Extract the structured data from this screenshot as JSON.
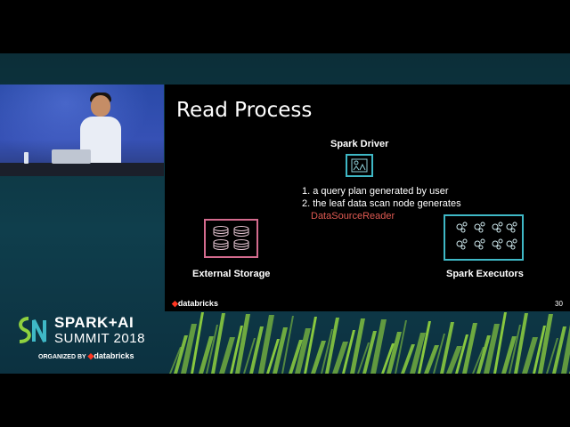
{
  "slide": {
    "title": "Read Process",
    "driver_label": "Spark Driver",
    "steps": [
      "1. a query plan generated by user",
      "2. the leaf data scan node generates"
    ],
    "highlight": "DataSourceReader",
    "external_label": "External Storage",
    "executors_label": "Spark Executors",
    "brand": "databricks",
    "page_number": "30"
  },
  "event": {
    "title_line1": "SPARK+AI",
    "title_line2": "SUMMIT 2018",
    "organized_by": "ORGANIZED BY",
    "organizer": "databricks"
  },
  "colors": {
    "teal": "#3fb8c6",
    "pink": "#d46b8e",
    "highlight": "#e05a52",
    "databricks": "#ff3621",
    "stripe": "#8fd13f"
  },
  "icons": [
    "driver-icon",
    "storage-icon",
    "executors-icon",
    "databricks-logo-icon",
    "spark-ai-logo-icon"
  ]
}
